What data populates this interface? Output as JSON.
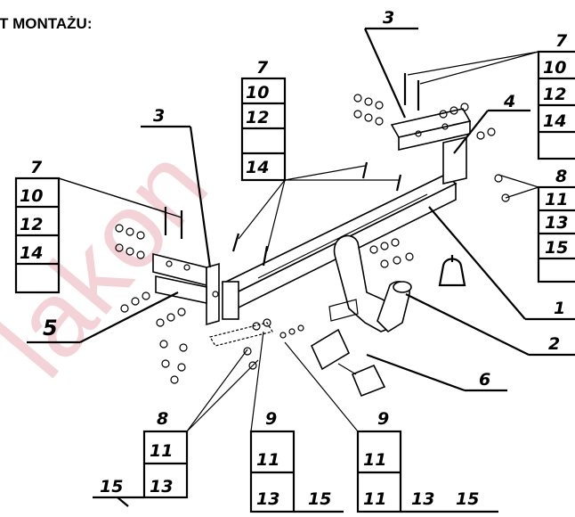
{
  "heading": "T MONTAŻU:",
  "watermark": "lakon",
  "accent_color": "#c8102e",
  "callouts": {
    "c3_top": "3",
    "c7_right": [
      "7",
      "10",
      "12",
      "14"
    ],
    "c4": "4",
    "c8_right": [
      "8",
      "11",
      "13",
      "15"
    ],
    "c1": "1",
    "c2": "2",
    "c6": "6",
    "c7_mid": [
      "7",
      "10",
      "12",
      "14"
    ],
    "c3_left": "3",
    "c7_left": [
      "7",
      "10",
      "12",
      "14"
    ],
    "c5": "5",
    "c8_bottom": [
      "8",
      "11",
      "13"
    ],
    "c8_bottom_extra": "15",
    "c9_left": [
      "9",
      "11",
      "13",
      "15"
    ],
    "c9_right": [
      "9",
      "11",
      "11",
      "13",
      "15"
    ]
  }
}
